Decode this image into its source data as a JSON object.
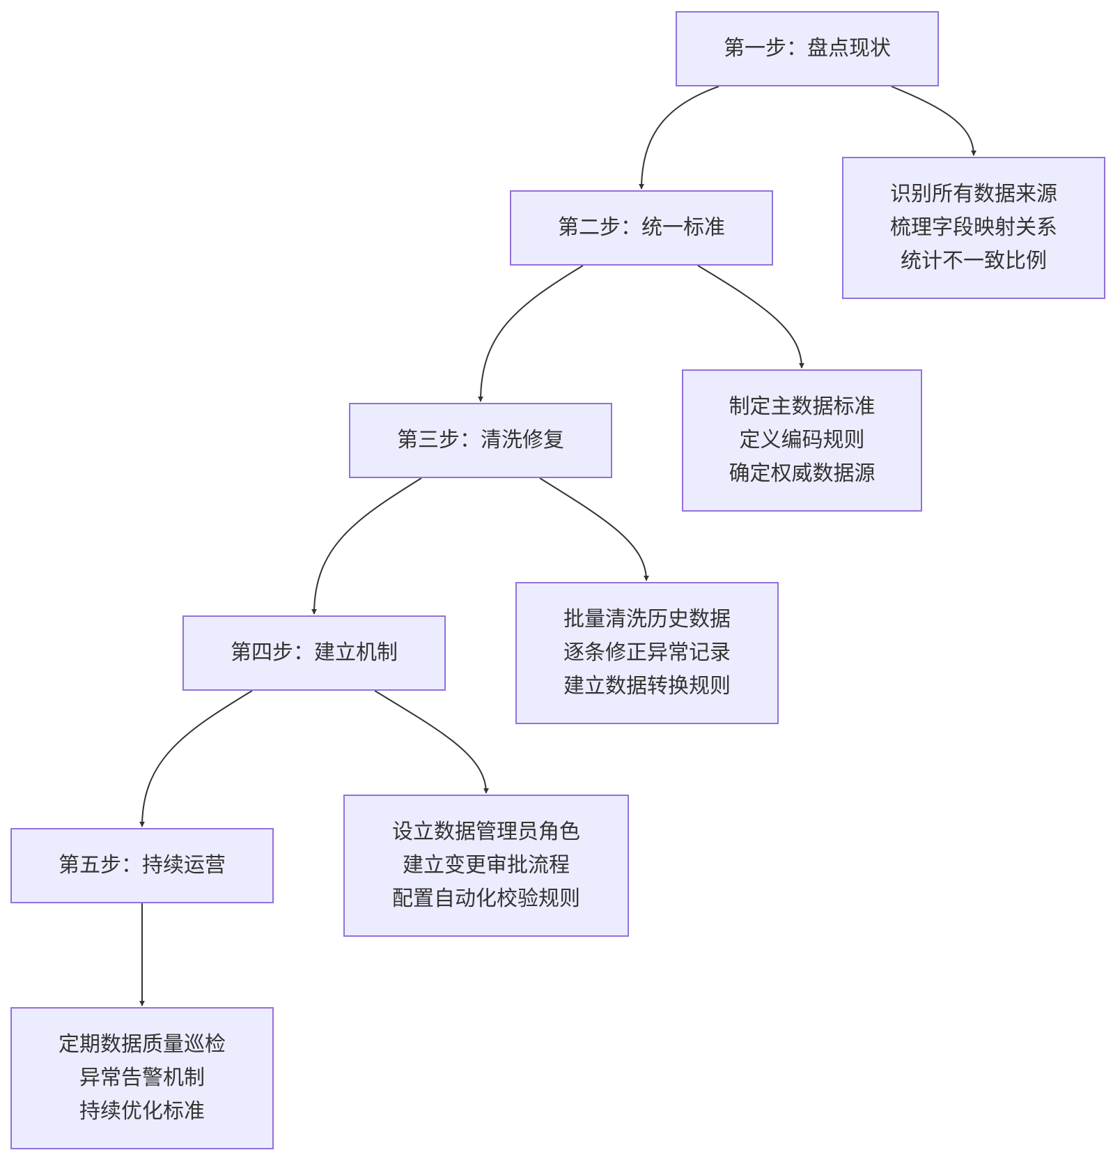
{
  "colors": {
    "node_fill": "#ECECFF",
    "node_border": "#9370DB",
    "text": "#333333",
    "edge": "#333333"
  },
  "nodes": {
    "step1": {
      "label": "第一步：盘点现状"
    },
    "step1_detail": {
      "lines": [
        "识别所有数据来源",
        "梳理字段映射关系",
        "统计不一致比例"
      ]
    },
    "step2": {
      "label": "第二步：统一标准"
    },
    "step2_detail": {
      "lines": [
        "制定主数据标准",
        "定义编码规则",
        "确定权威数据源"
      ]
    },
    "step3": {
      "label": "第三步：清洗修复"
    },
    "step3_detail": {
      "lines": [
        "批量清洗历史数据",
        "逐条修正异常记录",
        "建立数据转换规则"
      ]
    },
    "step4": {
      "label": "第四步：建立机制"
    },
    "step4_detail": {
      "lines": [
        "设立数据管理员角色",
        "建立变更审批流程",
        "配置自动化校验规则"
      ]
    },
    "step5": {
      "label": "第五步：持续运营"
    },
    "step5_detail": {
      "lines": [
        "定期数据质量巡检",
        "异常告警机制",
        "持续优化标准"
      ]
    }
  },
  "edges": [
    {
      "from": "step1",
      "to": "step2"
    },
    {
      "from": "step1",
      "to": "step1_detail"
    },
    {
      "from": "step2",
      "to": "step3"
    },
    {
      "from": "step2",
      "to": "step2_detail"
    },
    {
      "from": "step3",
      "to": "step4"
    },
    {
      "from": "step3",
      "to": "step3_detail"
    },
    {
      "from": "step4",
      "to": "step5"
    },
    {
      "from": "step4",
      "to": "step4_detail"
    },
    {
      "from": "step5",
      "to": "step5_detail"
    }
  ]
}
